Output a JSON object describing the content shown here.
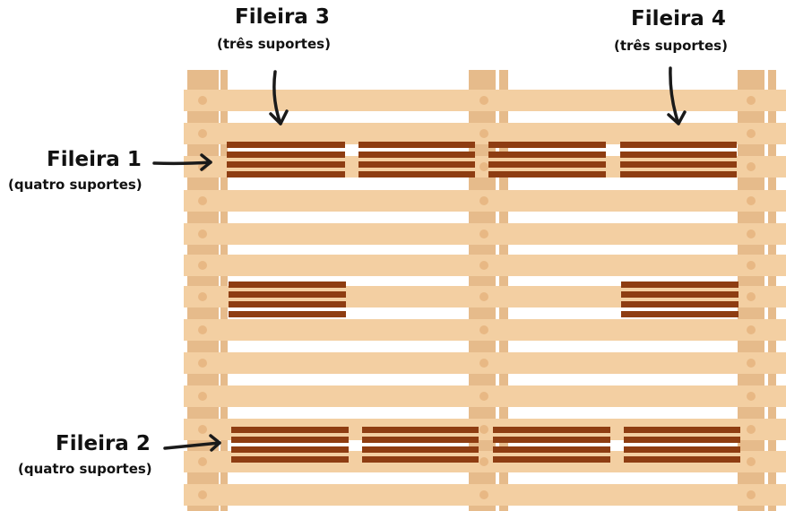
{
  "colors": {
    "wood": "#F3CFA2",
    "wood_dark": "#E6BB8B",
    "knot": "#E8B884",
    "support_bar": "#8E3D12",
    "arrow": "#1a1a1a"
  },
  "labels": [
    {
      "id": "fileira-1",
      "title": "Fileira 1",
      "subtitle": "(quatro suportes)"
    },
    {
      "id": "fileira-2",
      "title": "Fileira 2",
      "subtitle": "(quatro suportes)"
    },
    {
      "id": "fileira-3",
      "title": "Fileira 3",
      "subtitle": "(três suportes)"
    },
    {
      "id": "fileira-4",
      "title": "Fileira 4",
      "subtitle": "(três suportes)"
    }
  ],
  "rows": [
    {
      "name": "fileira-1",
      "supports": 4
    },
    {
      "name": "fileira-middle",
      "supports": 2
    },
    {
      "name": "fileira-2",
      "supports": 4
    }
  ]
}
